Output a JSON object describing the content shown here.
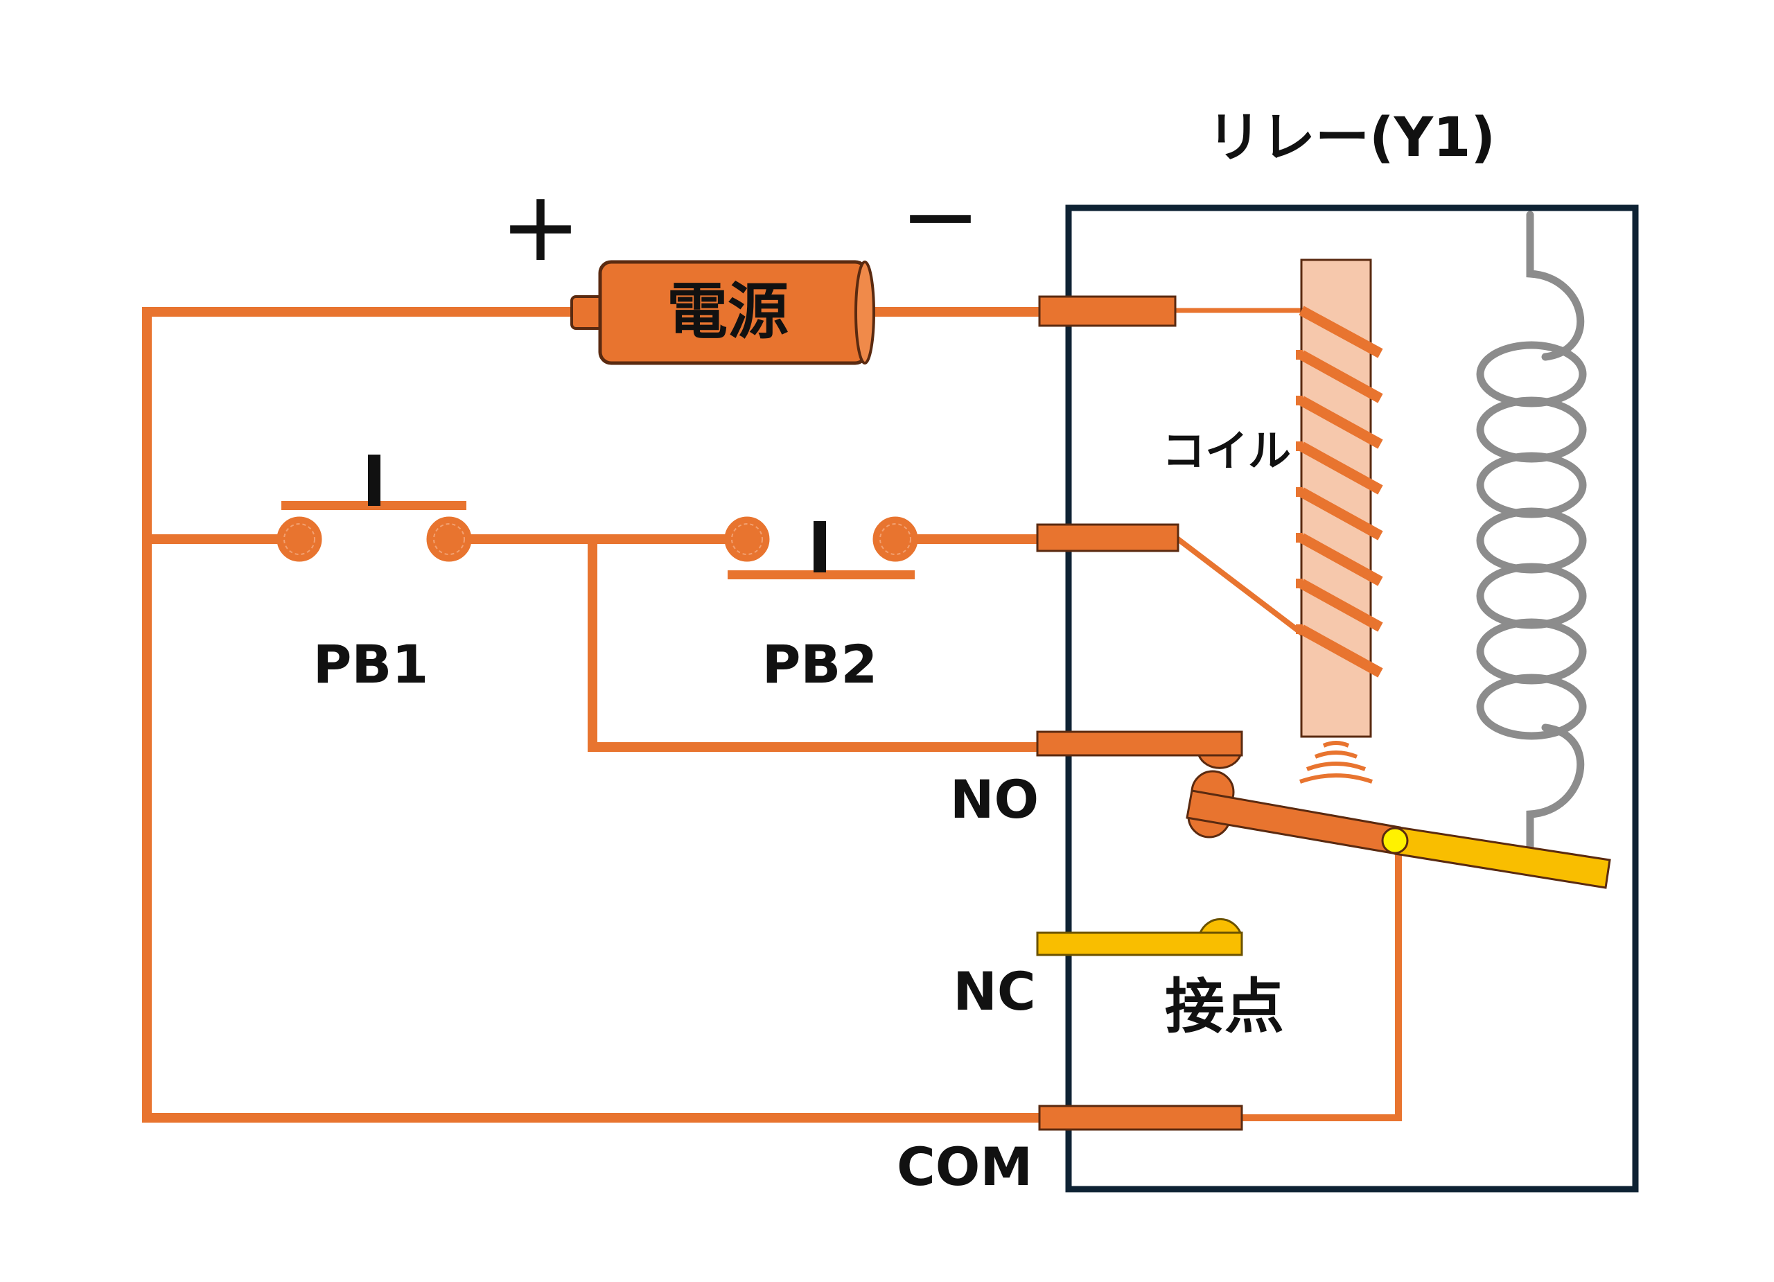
{
  "title": "リレー(Y1)",
  "power": {
    "label": "電源",
    "plus": "+",
    "minus": "−"
  },
  "buttons": [
    {
      "id": "pb1",
      "label": "PB1"
    },
    {
      "id": "pb2",
      "label": "PB2"
    }
  ],
  "relay": {
    "coil_label": "コイル",
    "contact_label": "接点",
    "terminals": {
      "no": "NO",
      "nc": "NC",
      "com": "COM"
    }
  },
  "colors": {
    "wire": "#E8742F",
    "wire_outline": "#8A3A14",
    "relay_box": "#0E2233",
    "coil_core": "#F6C8AC",
    "spring": "#8C8C8C",
    "contact_nc": "#F9BE00",
    "pivot": "#FFF200"
  }
}
